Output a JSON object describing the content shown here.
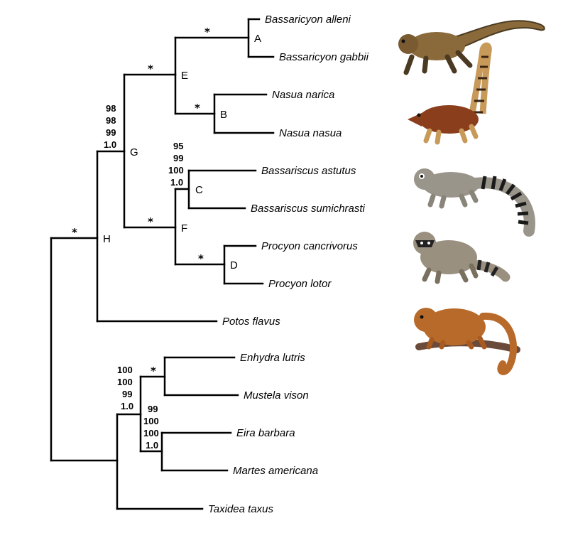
{
  "tree": {
    "taxa": [
      {
        "id": "t1",
        "name": "Bassaricyon alleni"
      },
      {
        "id": "t2",
        "name": "Bassaricyon gabbii"
      },
      {
        "id": "t3",
        "name": "Nasua narica"
      },
      {
        "id": "t4",
        "name": "Nasua nasua"
      },
      {
        "id": "t5",
        "name": "Bassariscus astutus"
      },
      {
        "id": "t6",
        "name": "Bassariscus sumichrasti"
      },
      {
        "id": "t7",
        "name": "Procyon cancrivorus"
      },
      {
        "id": "t8",
        "name": "Procyon lotor"
      },
      {
        "id": "t9",
        "name": "Potos flavus"
      },
      {
        "id": "t10",
        "name": "Enhydra lutris"
      },
      {
        "id": "t11",
        "name": "Mustela vison"
      },
      {
        "id": "t12",
        "name": "Eira barbara"
      },
      {
        "id": "t13",
        "name": "Martes americana"
      },
      {
        "id": "t14",
        "name": "Taxidea taxus"
      }
    ],
    "node_labels": [
      {
        "id": "A",
        "text": "A"
      },
      {
        "id": "B",
        "text": "B"
      },
      {
        "id": "C",
        "text": "C"
      },
      {
        "id": "D",
        "text": "D"
      },
      {
        "id": "E",
        "text": "E"
      },
      {
        "id": "F",
        "text": "F"
      },
      {
        "id": "G",
        "text": "G"
      },
      {
        "id": "H",
        "text": "H"
      }
    ],
    "star_symbol": "*",
    "support_values": [
      {
        "node": "G",
        "values": [
          "98",
          "98",
          "99",
          "1.0"
        ]
      },
      {
        "node": "C",
        "values": [
          "95",
          "99",
          "100",
          "1.0"
        ]
      },
      {
        "node": "mustelid",
        "values": [
          "100",
          "100",
          "99",
          "1.0"
        ]
      },
      {
        "node": "eira_martes",
        "values": [
          "99",
          "100",
          "100",
          "1.0"
        ]
      }
    ]
  },
  "illustrations": [
    {
      "name": "olingo-illustration",
      "colors": {
        "body": "#8a6a3a",
        "dark": "#4a3a22"
      }
    },
    {
      "name": "coati-illustration",
      "colors": {
        "body": "#8a3e1c",
        "tail": "#c89a5a",
        "dark": "#3a2414"
      }
    },
    {
      "name": "ringtail-illustration",
      "colors": {
        "body": "#9a958a",
        "ring": "#1a1a1a"
      }
    },
    {
      "name": "raccoon-illustration",
      "colors": {
        "body": "#9a9080",
        "mask": "#222222"
      }
    },
    {
      "name": "kinkajou-illustration",
      "colors": {
        "body": "#b86a2a",
        "branch": "#6a4a3a"
      }
    }
  ]
}
